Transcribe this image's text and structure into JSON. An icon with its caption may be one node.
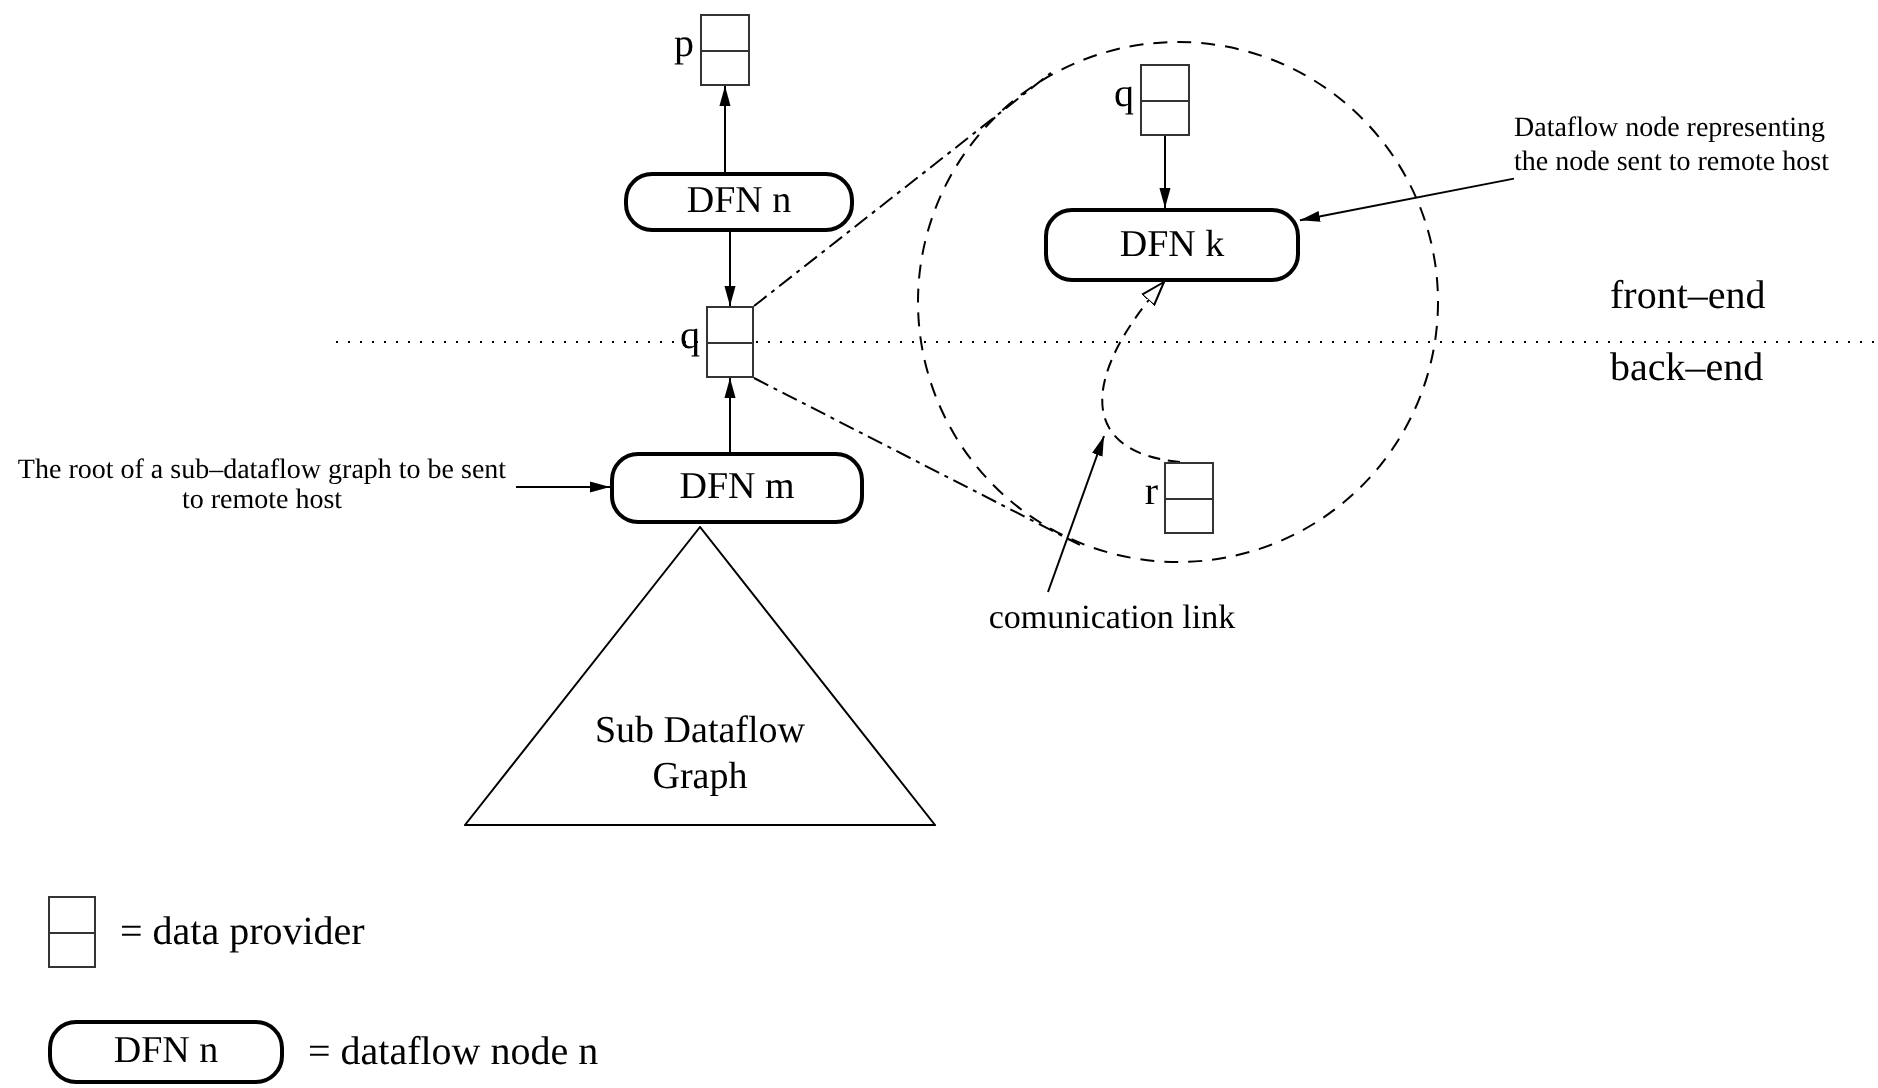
{
  "diagram": {
    "nodes": [
      {
        "text": [],
        "shape": "box",
        "beside": [
          "p"
        ]
      },
      {
        "text": [
          "DFN n"
        ]
      },
      {
        "text": [],
        "shape": "box",
        "beside": [
          "q"
        ]
      },
      {
        "text": [
          "DFN m"
        ]
      },
      {
        "text": [
          "Sub Dataflow Graph"
        ]
      },
      {
        "text": [
          "The root of a sub–dataflow graph to be sent to remote host"
        ]
      },
      {
        "text": [],
        "shape": "circle"
      },
      {
        "text": [],
        "shape": "box",
        "beside": [
          "q"
        ],
        "in": 6
      },
      {
        "text": [
          "DFN k"
        ],
        "in": 6
      },
      {
        "text": [],
        "shape": "box",
        "beside": [
          "r"
        ],
        "in": 6
      },
      {
        "text": [
          "Dataflow node representing the node sent to remote host"
        ]
      },
      {
        "text": [
          "comunication link"
        ]
      }
    ],
    "edges": [
      {
        "from": 1,
        "to": 0,
        "arrow": "to"
      },
      {
        "from": 1,
        "to": 2,
        "arrow": "to"
      },
      {
        "from": 3,
        "to": 2,
        "arrow": "to"
      },
      {
        "from": 5,
        "to": 3,
        "arrow": "to"
      },
      {
        "from": 2,
        "to": 6,
        "arrow": "none",
        "style": "dashed"
      },
      {
        "from": 2,
        "to": 6,
        "arrow": "none",
        "style": "dashed"
      },
      {
        "from": 7,
        "to": 8,
        "arrow": "to"
      },
      {
        "from": 9,
        "to": 8,
        "arrow": "to",
        "style": "dashed"
      },
      {
        "from": 10,
        "to": 8,
        "arrow": "to"
      },
      {
        "from": 11,
        "to": null,
        "arrow": "to"
      }
    ],
    "labels": [
      "front–end",
      "back–end",
      "DFN n"
    ],
    "legend": [
      {
        "text": "= data provider"
      },
      {
        "text": "= dataflow node n"
      }
    ]
  }
}
